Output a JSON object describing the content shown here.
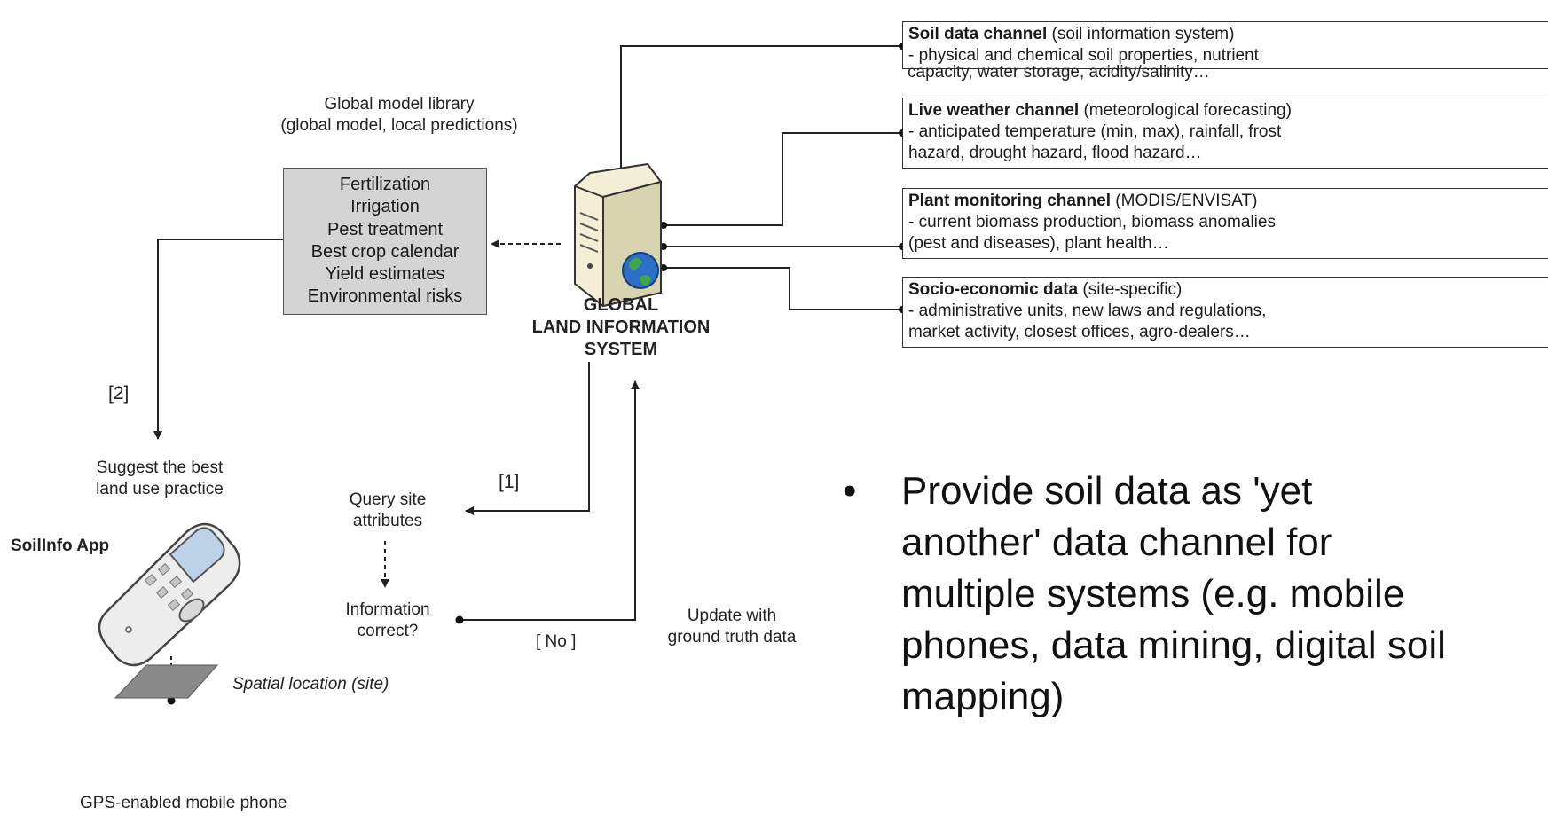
{
  "channels": [
    {
      "title": "Soil data channel",
      "subtitle": " (soil information system)",
      "line1": "- physical and chemical soil properties, nutrient",
      "line2": "capacity, water storage, acidity/salinity…"
    },
    {
      "title": "Live weather channel",
      "subtitle": " (meteorological forecasting)",
      "line1": "- anticipated temperature (min, max), rainfall, frost",
      "line2": "hazard, drought hazard, flood hazard…"
    },
    {
      "title": "Plant monitoring channel",
      "subtitle": " (MODIS/ENVISAT)",
      "line1": "- current biomass production, biomass anomalies",
      "line2": "(pest and diseases), plant health…"
    },
    {
      "title": "Socio-economic data",
      "subtitle": " (site-specific)",
      "line1": "- administrative units, new laws and regulations,",
      "line2": "market activity, closest offices, agro-dealers…"
    }
  ],
  "library": {
    "line1": "Global model library",
    "line2": "(global model, local predictions)"
  },
  "services": [
    "Fertilization",
    "Irrigation",
    "Pest treatment",
    "Best crop calendar",
    "Yield estimates",
    "Environmental risks"
  ],
  "server": {
    "line1": "GLOBAL",
    "line2": "LAND INFORMATION",
    "line3": "SYSTEM"
  },
  "flow": {
    "step2": "[2]",
    "step1": "[1]",
    "no": "[ No ]",
    "suggest": {
      "line1": "Suggest the best",
      "line2": "land use practice"
    },
    "query": {
      "line1": "Query site",
      "line2": "attributes"
    },
    "info": {
      "line1": "Information",
      "line2": "correct?"
    },
    "update": {
      "line1": "Update with",
      "line2": "ground truth data"
    }
  },
  "app": {
    "name": "SoilInfo App",
    "location": "Spatial location (site)",
    "phone": "GPS-enabled mobile phone"
  },
  "bullet": {
    "symbol": "•",
    "line1": "Provide soil data as 'yet",
    "line2": "another' data channel for",
    "line3": "multiple systems (e.g. mobile",
    "line4": "phones, data mining, digital soil",
    "line5": "mapping)"
  },
  "colors": {
    "box_fill": "#d4d4d4",
    "line": "#222222"
  }
}
